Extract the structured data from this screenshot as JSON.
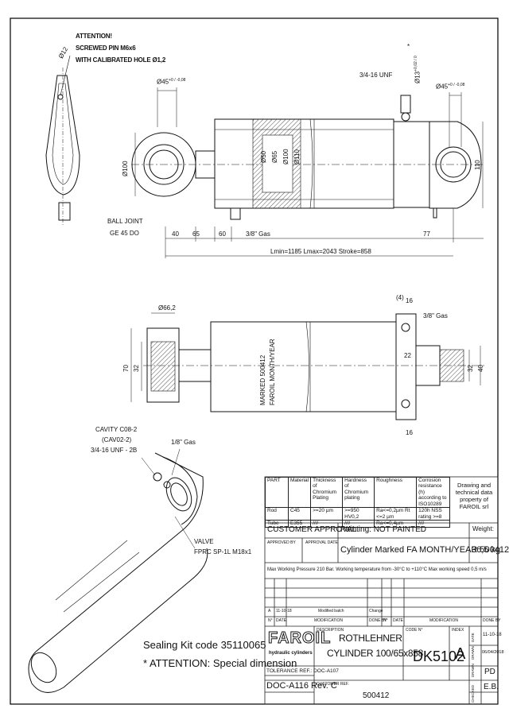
{
  "notes": {
    "attention_1": "ATTENTION!",
    "attention_2": "SCREWED PIN M6x6",
    "attention_3": "WITH CALIBRATED HOLE Ø1,2",
    "pin_dia": "Ø12",
    "ball_joint_1": "BALL JOINT",
    "ball_joint_2": "GE 45 DO",
    "cavity_1": "CAVITY C08-2",
    "cavity_2": "(CAV02-2)",
    "cavity_3": "3/4-16 UNF - 2B",
    "gas_18": "1/8\" Gas",
    "valve_1": "VALVE",
    "valve_2": "FPRC SP-1L M18x1",
    "sealing_kit": "Sealing Kit code 35110065",
    "special_dim": "* ATTENTION: Special dimension"
  },
  "dims": {
    "d45_left": "Ø45",
    "d45_left_tol": "+0 / -0,08",
    "d45_right": "Ø45",
    "d45_right_tol": "+0 / -0,08",
    "d13": "Ø13",
    "d13_tol": "+0,02 / 0",
    "star": "*",
    "unf": "3/4-16 UNF",
    "d100": "Ø100",
    "d50": "Ø50",
    "d65": "Ø65",
    "d100b": "Ø100",
    "d110": "Ø110",
    "h110": "110",
    "l40": "40",
    "l65": "65",
    "l60": "60",
    "gas38": "3/8\" Gas",
    "l77": "77",
    "lengths": "Lmin=1185 Lmax=2043 Stroke=858",
    "d66": "Ø66,2",
    "h70": "70",
    "h32": "32",
    "mark4": "(4)",
    "h16a": "16",
    "gas38b": "3/8\" Gas",
    "h22": "22",
    "h32b": "32",
    "h40": "40",
    "h16b": "16",
    "marked_1": "MARKED 500412",
    "marked_2": "FAROIL MONTH/YEAR"
  },
  "spec_table": {
    "headers": [
      "PART",
      "Material",
      "Thickness of Chromium Plating",
      "Hardness of Chromium plating",
      "Roughness",
      "Corrosion resistance (h) according to ISO10289"
    ],
    "rows": [
      [
        "Rod",
        "C45",
        ">=20 µm",
        ">=950 HV0,2",
        "Ra<=0,2µm Rt <=2 µm",
        "120h NSS rating >=8"
      ],
      [
        "Tube",
        "E355",
        "////",
        "////",
        "Ra<=0,4µm",
        "////"
      ]
    ],
    "property": "Drawing and technical data property of FAROIL srl"
  },
  "approval": {
    "customer_approval": "CUSTOMER APPROVAL",
    "painting": "Painting: NOT PAINTED",
    "weight_label": "Weight:",
    "approved_by": "APPROVED BY",
    "approval_date": "APPROVAL DATE",
    "marking": "Cylinder Marked FA MONTH/YEAR 500412",
    "weight": "36,5 kg",
    "pressure_note": "Max Working Pressure 210 Bar. Working temperature from -30°C to +110°C Max working speed 0,5 m/s"
  },
  "revision": {
    "row_a": [
      "A",
      "11-10-18",
      "Modified batch",
      "",
      "Change"
    ],
    "header_left": [
      "N°",
      "DATE",
      "MODIFICATION",
      "DONE BY"
    ],
    "header_right": [
      "N°",
      "DATE",
      "MODIFICATION",
      "DONE BY"
    ]
  },
  "title_block": {
    "logo_1": "FAROIL",
    "logo_2": "hydraulic cylinders",
    "description_label": "DESCRIPTION",
    "description_1": "ROTHLEHNER",
    "description_2": "CYLINDER 100/65x858",
    "code_label": "CODE N°",
    "code": "DK5102",
    "index_label": "INDEX",
    "index": "A",
    "date_label": "DATE",
    "date": "11-10-18",
    "date2_label": "DRAWN",
    "date2": "06/04/2018",
    "drawn_label": "DRAWN",
    "drawn": "PD",
    "checked_label": "CHECKED",
    "checked": "E.B.",
    "tolerance": "TOLERANCE REF.: DOC-A107",
    "doc": "DOC-A116 Rev. C",
    "customer_ref_label": "CUSTOMER REF.",
    "customer_ref": "500412"
  }
}
